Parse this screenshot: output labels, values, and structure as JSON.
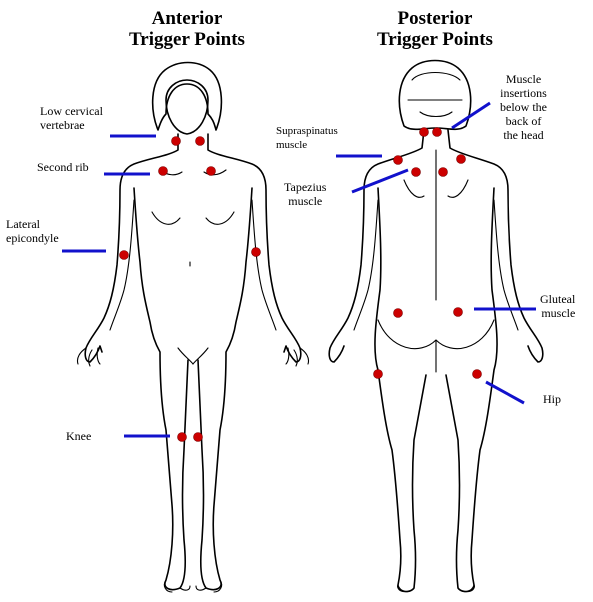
{
  "headings": {
    "anterior": [
      "Anterior",
      "Trigger Points"
    ],
    "posterior": [
      "Posterior",
      "Trigger Points"
    ]
  },
  "anterior_labels": {
    "low_cervical": [
      "Low cervical",
      "vertebrae"
    ],
    "second_rib": "Second rib",
    "lateral_epicondyle": [
      "Lateral",
      "epicondyle"
    ],
    "knee": "Knee"
  },
  "posterior_labels": {
    "muscle_insertions": [
      "Muscle",
      "insertions",
      "below the",
      "back of",
      "the head"
    ],
    "supraspinatus": [
      "Supraspinatus",
      "muscle"
    ],
    "trapezius": [
      "Tapezius",
      "muscle"
    ],
    "gluteal": [
      "Gluteal",
      "muscle"
    ],
    "hip": "Hip"
  },
  "colors": {
    "pointer_line": "#1111cc",
    "trigger_point": "#cc0000",
    "outline": "#000000"
  }
}
